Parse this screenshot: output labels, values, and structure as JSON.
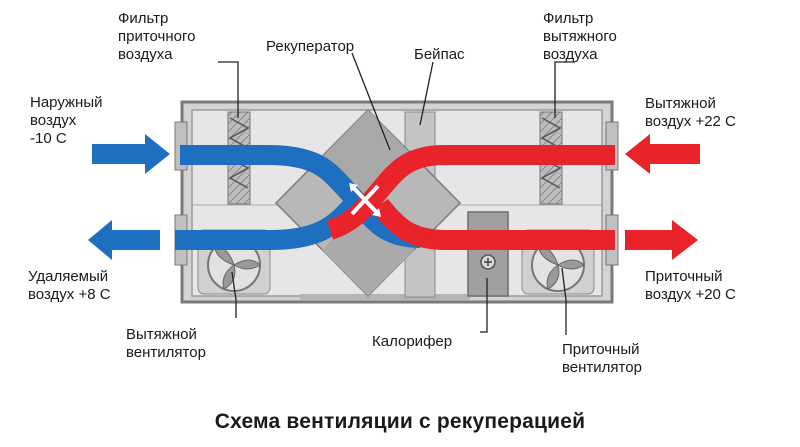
{
  "labels": {
    "outdoor_air": [
      "Наружный",
      "воздух",
      "-10 С"
    ],
    "supply_filter": [
      "Фильтр",
      "приточного",
      "воздуха"
    ],
    "recuperator": "Рекуператор",
    "bypass": "Бейпас",
    "exhaust_filter": [
      "Фильтр",
      "вытяжного",
      "воздуха"
    ],
    "extract_air": [
      "Вытяжной",
      "воздух +22 С"
    ],
    "discharged_air": [
      "Удаляемый",
      "воздух +8 С"
    ],
    "supply_air": [
      "Приточный",
      "воздух +20 С"
    ],
    "exhaust_fan": [
      "Вытяжной",
      "вентилятор"
    ],
    "heater": "Калорифер",
    "supply_fan": [
      "Приточный",
      "вентилятор"
    ]
  },
  "caption": "Схема вентиляции с рекуперацией",
  "colors": {
    "cold_air": "#1f6fc0",
    "warm_air": "#e8232a",
    "housing": "#c9c9c9",
    "housing_edge": "#7a7a7a",
    "panel": "#e4e4e4"
  }
}
